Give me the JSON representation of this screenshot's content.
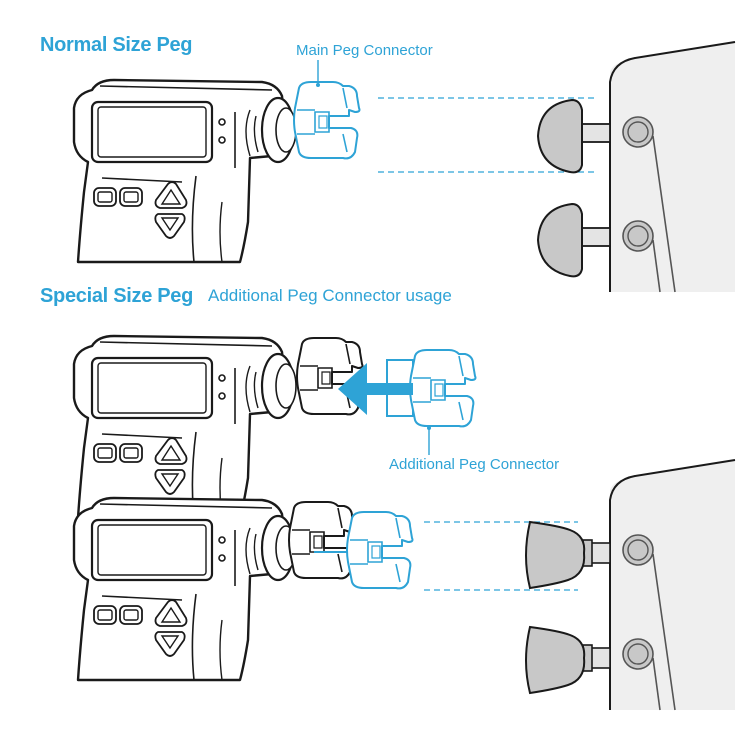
{
  "sections": {
    "normal": {
      "title": "Normal Size Peg",
      "callout": "Main Peg Connector"
    },
    "special": {
      "title": "Special Size Peg",
      "subtitle": "Additional Peg Connector usage",
      "callout": "Additional Peg Connector"
    }
  },
  "colors": {
    "accent": "#2ea3d6",
    "outline": "#1a1a1a",
    "peg_fill": "#c8c8c8",
    "headstock_fill": "#efefef"
  },
  "icons": {
    "device": "peg-winder-tuner",
    "arrow": "insert-arrow-icon"
  }
}
